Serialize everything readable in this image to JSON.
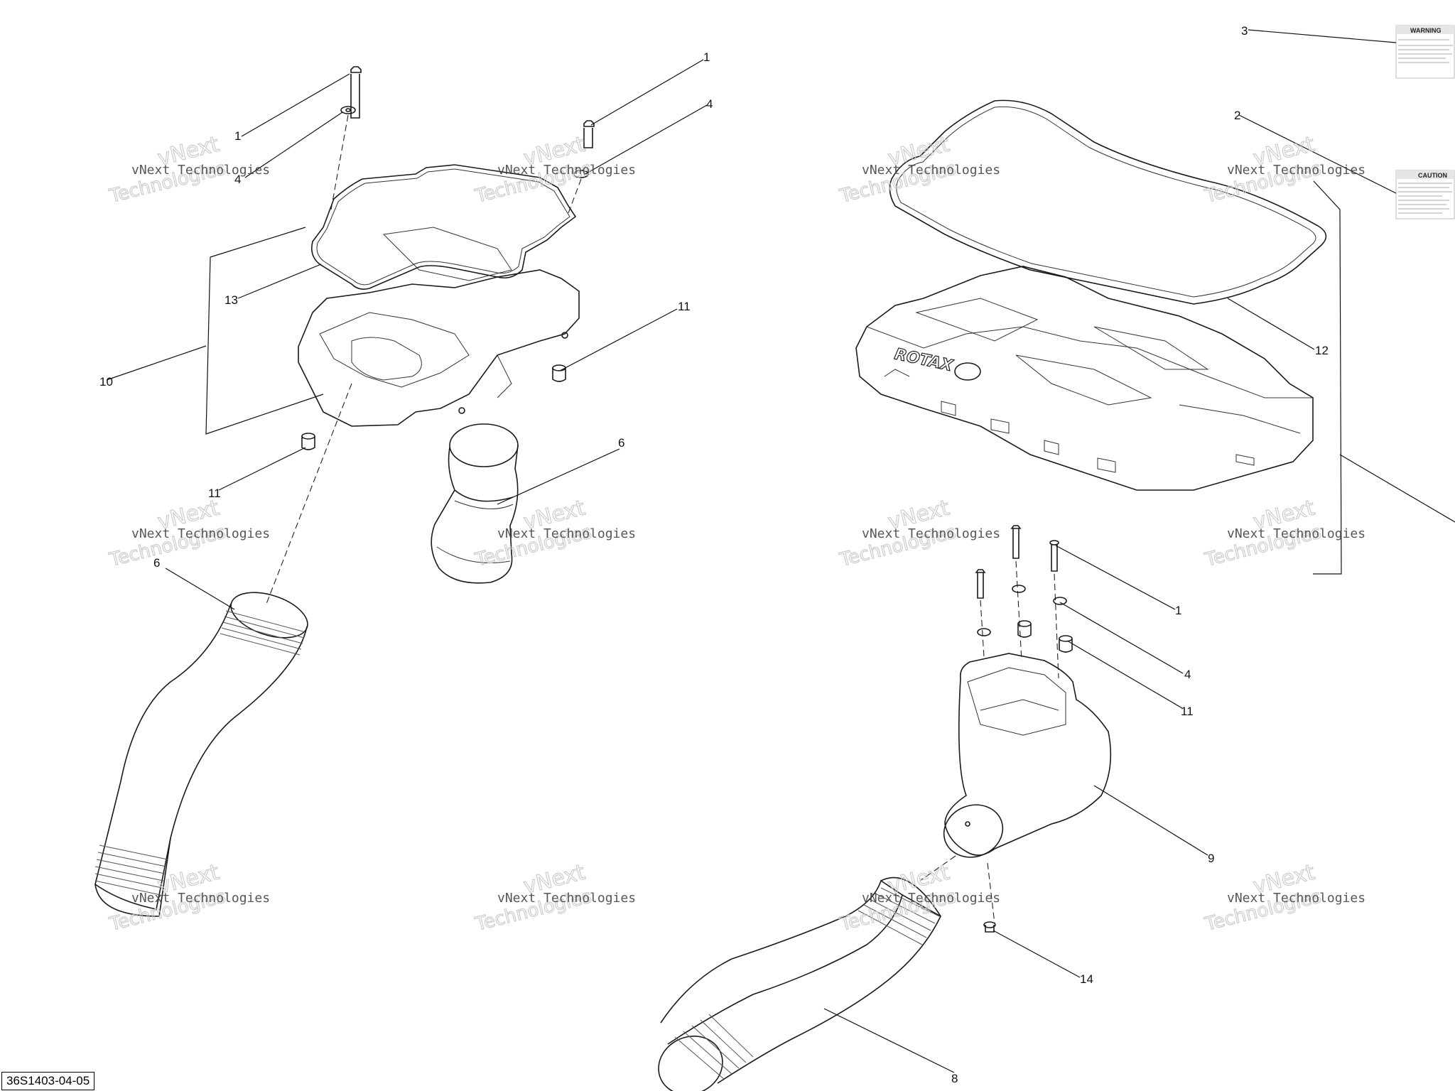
{
  "diagram": {
    "drawing_code": "36S1403-04-05",
    "callouts": [
      "1",
      "4",
      "13",
      "10",
      "11",
      "6",
      "1",
      "4",
      "11",
      "6",
      "3",
      "2",
      "12",
      "1",
      "4",
      "11",
      "9",
      "14",
      "8"
    ],
    "watermark": {
      "line1": "vNext Technologies",
      "line2": "vNext",
      "line3": "Technologies"
    },
    "decal_warning": {
      "title": "WARNING"
    },
    "decal_caution": {
      "title": "CAUTION"
    },
    "cover_logo": "ROTAX"
  }
}
